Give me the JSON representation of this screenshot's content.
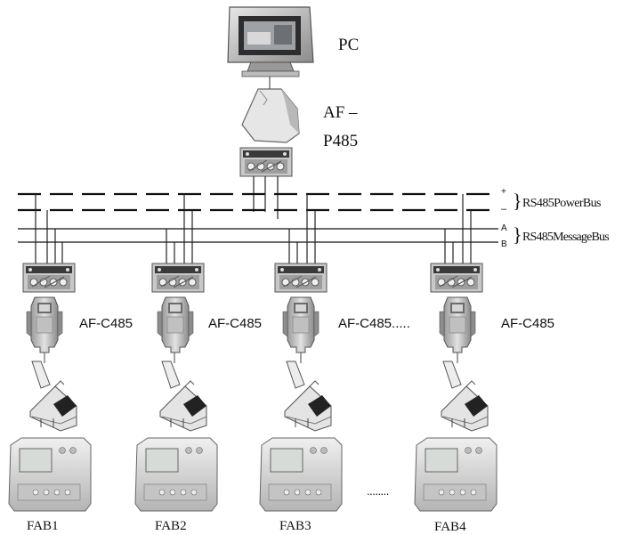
{
  "pc": {
    "label": "PC"
  },
  "master": {
    "label_line1": "AF –",
    "label_line2": "P485"
  },
  "bus": {
    "power_label": "RS485PowerBus",
    "message_label": "RS485MessageBus",
    "plus_mark": "+",
    "minus_mark": "–",
    "a_mark": "A",
    "b_mark": "B"
  },
  "nodes": [
    {
      "converter_label": "AF-C485",
      "device_label": "FAB1"
    },
    {
      "converter_label": "AF-C485",
      "device_label": "FAB2"
    },
    {
      "converter_label": "AF-C485.....",
      "device_label": "FAB3"
    },
    {
      "converter_label": "AF-C485",
      "device_label": "FAB4"
    }
  ],
  "ellipsis": "........",
  "icons": [
    "monitor-icon",
    "mouse-adapter-icon",
    "terminal-block-icon",
    "converter-icon",
    "cable-adapter-icon",
    "plc-icon"
  ]
}
